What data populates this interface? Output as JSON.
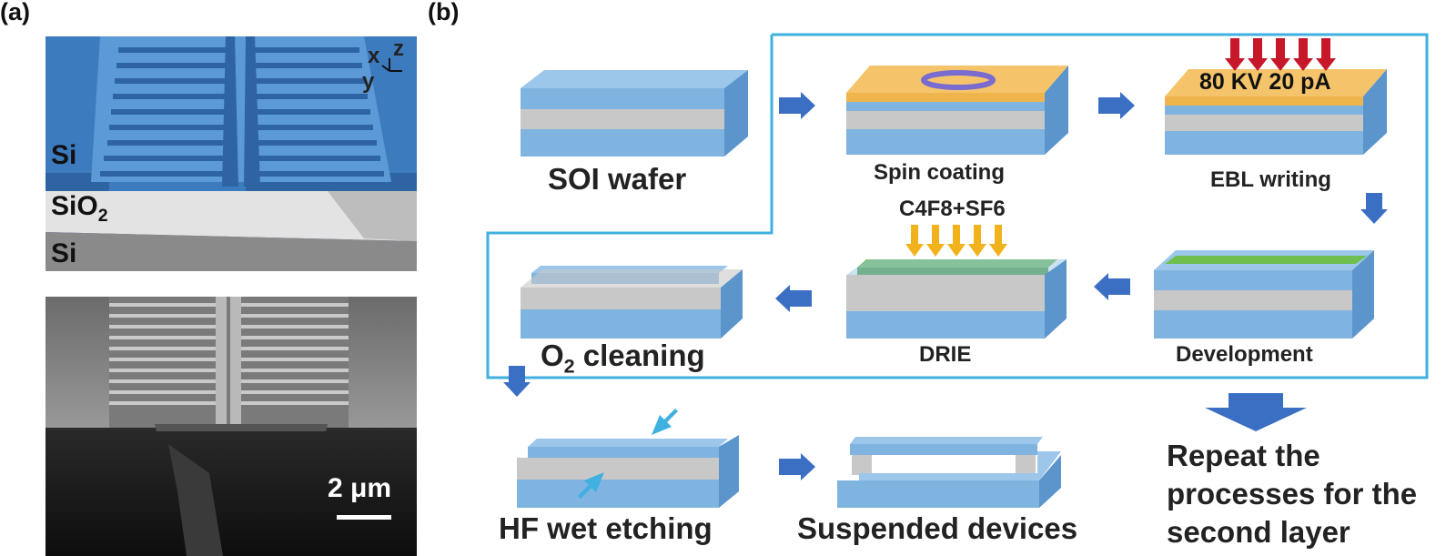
{
  "panels": {
    "a": {
      "tag": "(a)",
      "schematic_labels": {
        "si_top": "Si",
        "sio2_main": "SiO",
        "sio2_sub": "2",
        "si_bottom": "Si",
        "axis_x": "x",
        "axis_y": "y",
        "axis_z": "z"
      },
      "sem_scale_bar": "2 μm",
      "colors": {
        "si_blue": "#3d7bbf",
        "sio2_gray": "#d9d9d9",
        "substrate_gray": "#8a8a8a"
      }
    },
    "b": {
      "tag": "(b)",
      "steps": {
        "soi": "SOI wafer",
        "spin": "Spin coating",
        "ebl": "EBL writing",
        "ebl_param": "80 KV 20 pA",
        "development": "Development",
        "drie": "DRIE",
        "drie_gas": "C4F8+SF6",
        "o2_main": "O",
        "o2_sub": "2",
        "o2_rest": " cleaning",
        "hf": "HF wet etching",
        "suspended": "Suspended devices",
        "repeat_1": "Repeat the",
        "repeat_2": "processes for the",
        "repeat_3": "second layer"
      },
      "colors": {
        "loop_border": "#3fb0e0",
        "arrow_blue": "#3a6fc4",
        "resist_orange": "#f5c46a",
        "pattern_green": "#6fbf4f",
        "ebl_red": "#c7182a",
        "drie_yellow": "#f2b21b",
        "layer_blue": "#7fb3e0",
        "layer_gray": "#c8c8c8"
      }
    }
  }
}
